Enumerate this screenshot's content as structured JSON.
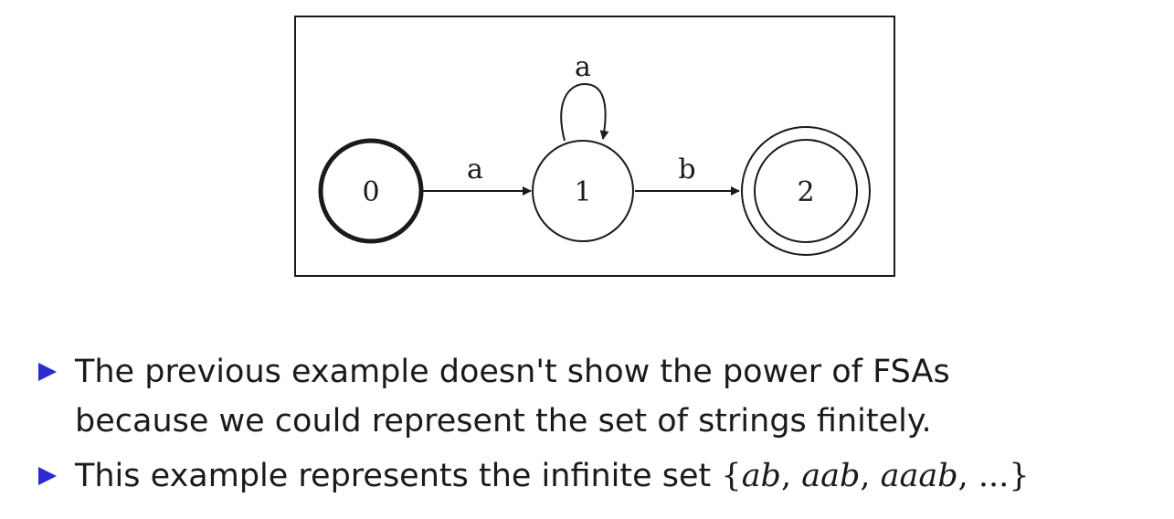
{
  "diagram": {
    "states": [
      {
        "id": "0",
        "label": "0",
        "start": true,
        "accepting": false
      },
      {
        "id": "1",
        "label": "1",
        "start": false,
        "accepting": false
      },
      {
        "id": "2",
        "label": "2",
        "start": false,
        "accepting": true
      }
    ],
    "transitions": [
      {
        "from": "0",
        "to": "1",
        "label": "a"
      },
      {
        "from": "1",
        "to": "1",
        "label": "a"
      },
      {
        "from": "1",
        "to": "2",
        "label": "b"
      }
    ]
  },
  "bullets": [
    {
      "line1": "The previous example doesn't show the power of FSAs",
      "line2": "because we could represent the set of strings finitely."
    },
    {
      "prefix": "This example represents the infinite set ",
      "set_open": "{",
      "set_items": [
        "ab",
        "aab",
        "aaab"
      ],
      "set_sep": ", ",
      "set_ellipsis": "...",
      "set_close": "}"
    }
  ],
  "colors": {
    "bullet_marker": "#2b2bd1",
    "stroke": "#1a1a1a"
  }
}
